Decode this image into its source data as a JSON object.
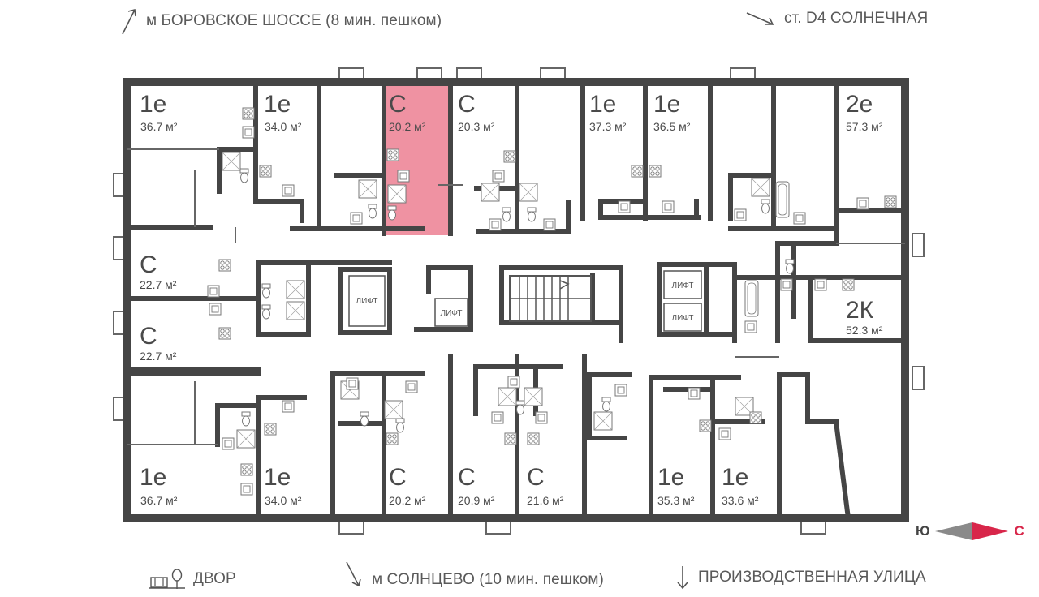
{
  "directions": {
    "top_left": "м БОРОВСКОЕ ШОССЕ (8 мин. пешком)",
    "top_right": "ст. D4 СОЛНЕЧНАЯ",
    "bottom_yard": "ДВОР",
    "bottom_center": "м СОЛНЦЕВО (10 мин. пешком)",
    "bottom_right": "ПРОИЗВОДСТВЕННАЯ УЛИЦА"
  },
  "compass": {
    "south": "Ю",
    "north": "С"
  },
  "colors": {
    "wall": "#454545",
    "highlight": "#ef92a2",
    "text": "#555555",
    "compass_north": "#d8264a",
    "compass_south": "#8a8a8a"
  },
  "apartments": [
    {
      "id": "t1",
      "type": "1е",
      "area": "36.7 м²",
      "highlighted": false
    },
    {
      "id": "t2",
      "type": "1е",
      "area": "34.0 м²",
      "highlighted": false
    },
    {
      "id": "t3",
      "type": "С",
      "area": "20.2 м²",
      "highlighted": true
    },
    {
      "id": "t4",
      "type": "С",
      "area": "20.3 м²",
      "highlighted": false
    },
    {
      "id": "t5",
      "type": "1е",
      "area": "37.3 м²",
      "highlighted": false
    },
    {
      "id": "t6",
      "type": "1е",
      "area": "36.5 м²",
      "highlighted": false
    },
    {
      "id": "t7",
      "type": "2е",
      "area": "57.3 м²",
      "highlighted": false
    },
    {
      "id": "m1",
      "type": "С",
      "area": "22.7 м²",
      "highlighted": false
    },
    {
      "id": "m2",
      "type": "С",
      "area": "22.7 м²",
      "highlighted": false
    },
    {
      "id": "m3",
      "type": "2К",
      "area": "52.3 м²",
      "highlighted": false
    },
    {
      "id": "b1",
      "type": "1е",
      "area": "36.7 м²",
      "highlighted": false
    },
    {
      "id": "b2",
      "type": "1е",
      "area": "34.0 м²",
      "highlighted": false
    },
    {
      "id": "b3",
      "type": "С",
      "area": "20.2 м²",
      "highlighted": false
    },
    {
      "id": "b4",
      "type": "С",
      "area": "20.9 м²",
      "highlighted": false
    },
    {
      "id": "b5",
      "type": "С",
      "area": "21.6 м²",
      "highlighted": false
    },
    {
      "id": "b6",
      "type": "1е",
      "area": "35.3 м²",
      "highlighted": false
    },
    {
      "id": "b7",
      "type": "1е",
      "area": "33.6 м²",
      "highlighted": false
    }
  ],
  "elevators": [
    "ЛИФТ",
    "ЛИФТ",
    "ЛИФТ",
    "ЛИФТ"
  ]
}
